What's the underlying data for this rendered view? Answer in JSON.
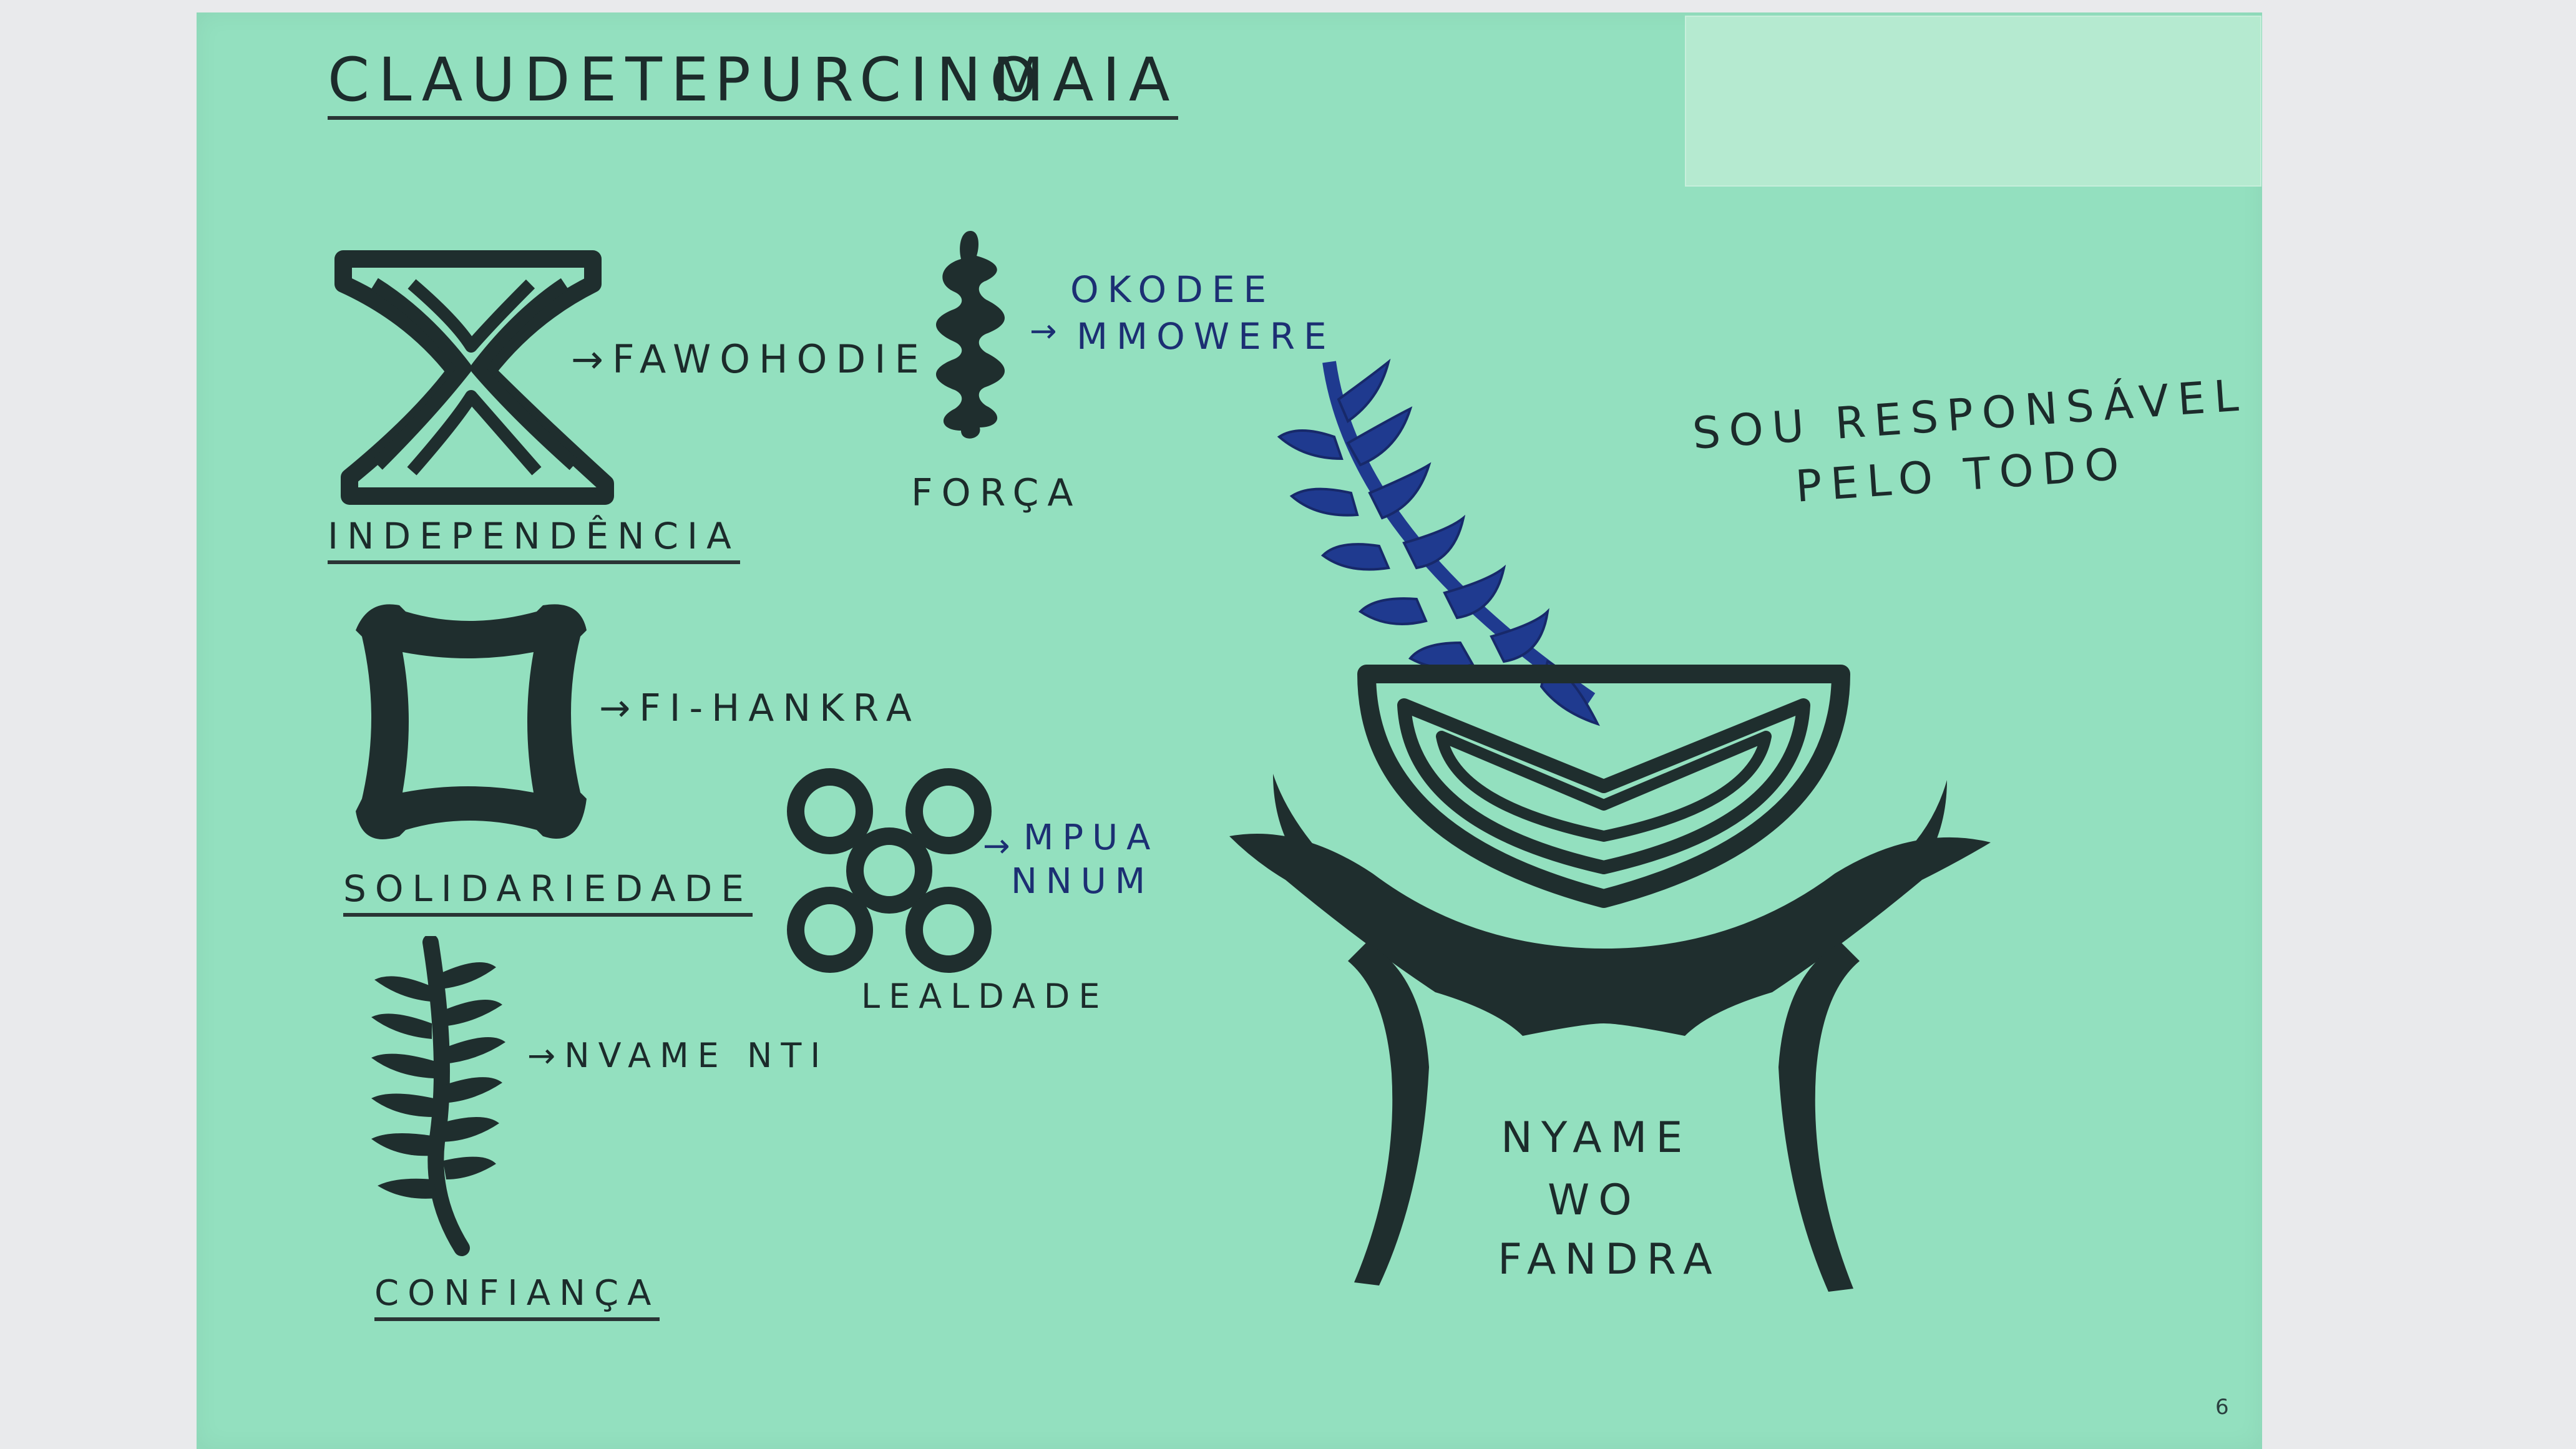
{
  "title": {
    "first": "CLAUDETE",
    "middle": "PURCINO",
    "last": "MAIA"
  },
  "symbols": [
    {
      "id": "fawohodie",
      "name": "FAWOHODIE",
      "meaning": "INDEPENDÊNCIA"
    },
    {
      "id": "okodee",
      "name_line1": "OKODEE",
      "name_line2": "MMOWERE",
      "meaning": "FORÇA"
    },
    {
      "id": "fihankra",
      "name": "FI-HANKRA",
      "meaning": "SOLIDARIEDADE"
    },
    {
      "id": "mpuannum",
      "name_line1": "MPUA",
      "name_line2": "NNUM",
      "meaning": "LEALDADE"
    },
    {
      "id": "nyamenti",
      "name": "NVAME NTI",
      "meaning": "CONFIANÇA"
    }
  ],
  "main_symbol": {
    "line1": "NYAME",
    "line2": "WO",
    "line3": "FANDRA"
  },
  "statement": {
    "line1": "SOU RESPONSÁVEL",
    "line2": "PELO TODO"
  },
  "arrow": "→",
  "page_number": "6",
  "colors": {
    "paper": "#93e0bf",
    "ink": "#1f2e2e",
    "blue_ink": "#1c2f73",
    "wall": "#e9eaec"
  }
}
